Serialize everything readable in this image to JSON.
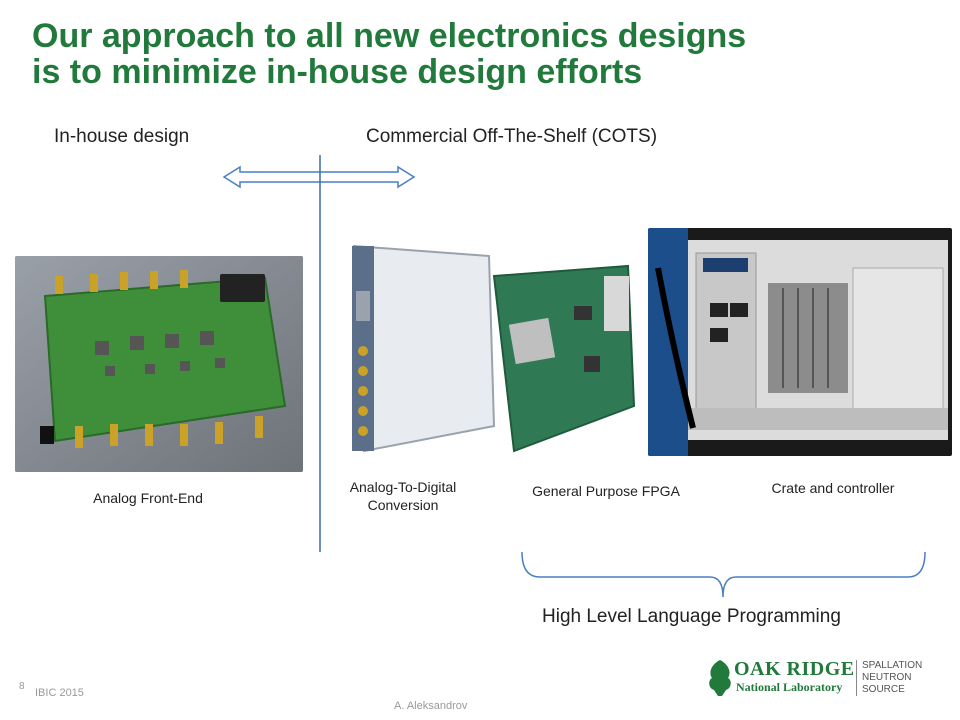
{
  "slide": {
    "title_line1": "Our approach to all new electronics designs",
    "title_line2": "is to minimize in-house design efforts",
    "inhouse_label": "In-house design",
    "cots_label": "Commercial Off-The-Shelf (COTS)",
    "captions": {
      "afe": "Analog Front-End",
      "adc_line1": "Analog-To-Digital",
      "adc_line2": "Conversion",
      "fpga": "General Purpose FPGA",
      "crate": "Crate and controller"
    },
    "hll_label": "High Level Language Programming"
  },
  "footer": {
    "page_number": "8",
    "conference": "IBIC 2015",
    "author": "A. Aleksandrov"
  },
  "logo": {
    "oak": "OAK RIDGE",
    "national_lab": "National Laboratory",
    "sns_line1": "SPALLATION",
    "sns_line2": "NEUTRON",
    "sns_line3": "SOURCE"
  },
  "colors": {
    "title_green": "#217a3c",
    "divider_blue": "#3b6ea5",
    "brace_blue": "#4a7fc0"
  }
}
